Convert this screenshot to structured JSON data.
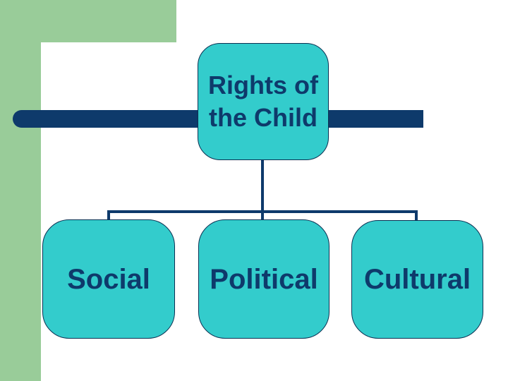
{
  "slide": {
    "colors": {
      "accent_green": "#99CC99",
      "accent_teal": "#33CCCC",
      "accent_navy": "#0E3A6B",
      "background": "#FFFFFF"
    },
    "diagram": {
      "root_node": {
        "line1": "Rights of",
        "line2": "the Child"
      },
      "child_nodes": [
        {
          "label": "Social"
        },
        {
          "label": "Political"
        },
        {
          "label": "Cultural"
        }
      ]
    }
  }
}
